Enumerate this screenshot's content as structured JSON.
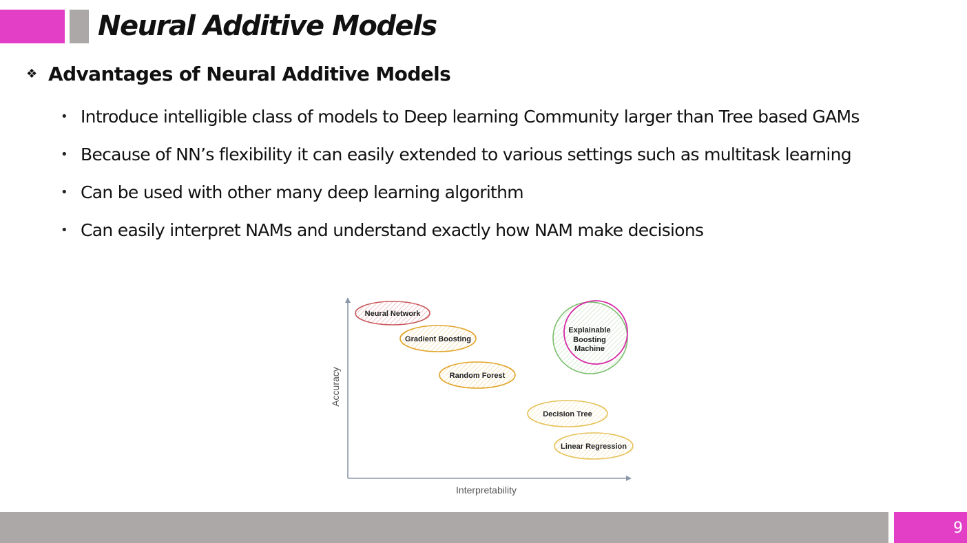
{
  "colors": {
    "accent_pink": "#e23fc6",
    "accent_gray": "#aca8a8",
    "footer_gray": "#aca8a8",
    "ellipse_red": "#c9585c",
    "ellipse_orange": "#e0a52a",
    "ellipse_yellow": "#e6c25a",
    "ellipse_green": "#7cbf6e",
    "ellipse_magenta": "#d62ba8",
    "axis": "#8a97aa"
  },
  "slide": {
    "title": "Neural Additive Models",
    "section_icon": "diamond-bullet-icon",
    "section_heading": "Advantages of Neural Additive Models",
    "bullets": [
      "Introduce intelligible class of models to Deep learning Community larger than Tree based GAMs",
      "Because of NN’s flexibility it can easily extended to various settings such as multitask learning",
      "Can be used with other many deep learning algorithm",
      "Can easily interpret NAMs and understand exactly how NAM make decisions"
    ],
    "page_number": "9"
  },
  "figure": {
    "x_axis_label": "Interpretability",
    "y_axis_label": "Accuracy",
    "models": {
      "neural_network": "Neural Network",
      "gradient_boosting": "Gradient Boosting",
      "random_forest": "Random Forest",
      "decision_tree": "Decision Tree",
      "linear_regression": "Linear Regression",
      "ebm_line1": "Explainable",
      "ebm_line2": "Boosting",
      "ebm_line3": "Machine"
    }
  }
}
